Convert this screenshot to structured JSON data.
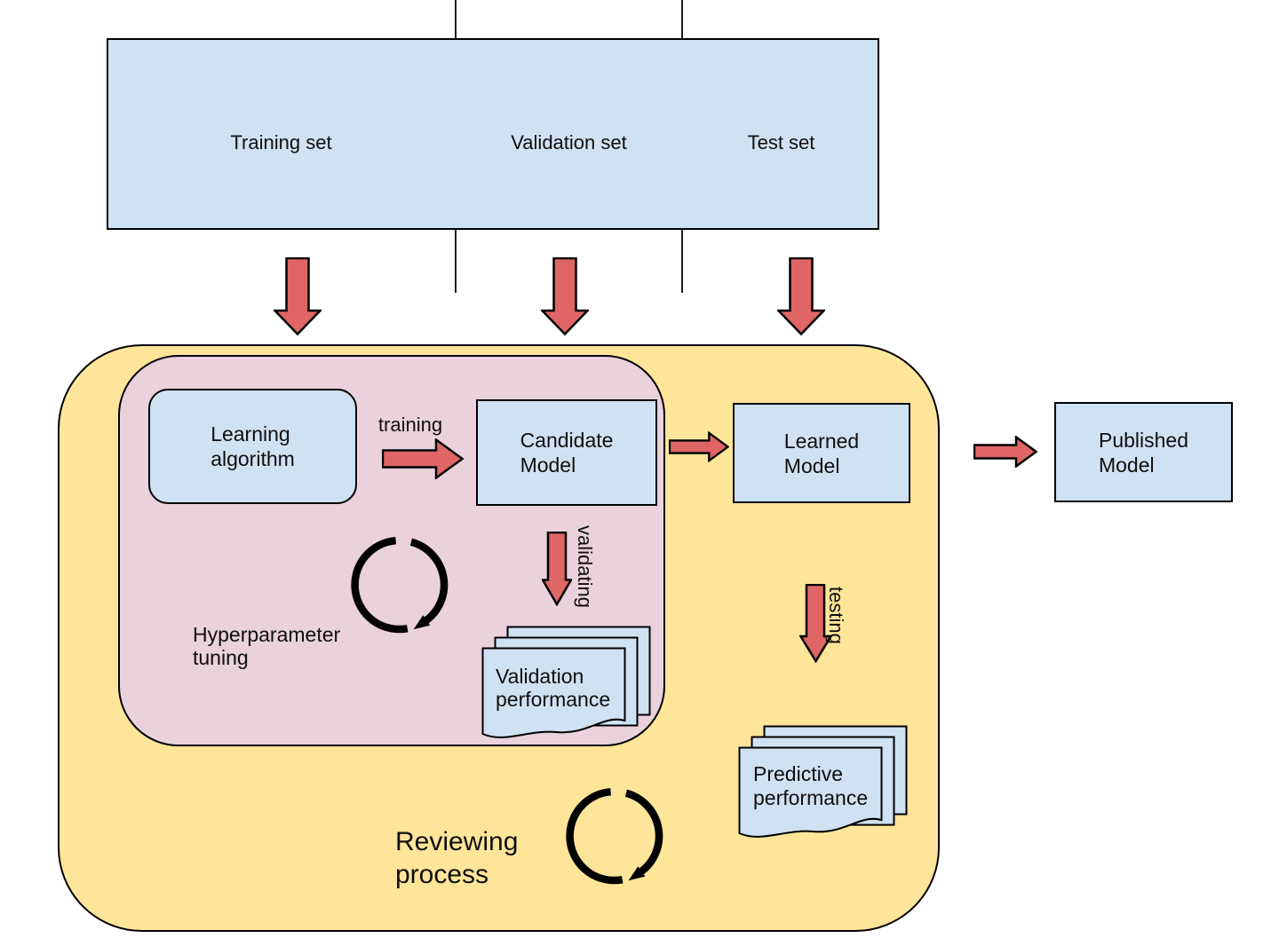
{
  "colors": {
    "node_fill_blue": "#cfe2f3",
    "outer_region_yellow": "#ffe599",
    "inner_region_pink": "#ead1dc",
    "arrow_red": "#e06666",
    "outline": "#000000"
  },
  "dataset_strip": {
    "segments": [
      {
        "label": "Training set"
      },
      {
        "label": "Validation set"
      },
      {
        "label": "Test set"
      }
    ]
  },
  "nodes": {
    "learning_algorithm": {
      "line1": "Learning",
      "line2": "algorithm"
    },
    "candidate_model": {
      "line1": "Candidate",
      "line2": "Model"
    },
    "learned_model": {
      "line1": "Learned",
      "line2": "Model"
    },
    "published_model": {
      "line1": "Published",
      "line2": "Model"
    },
    "validation_performance": {
      "line1": "Validation",
      "line2": "performance"
    },
    "predictive_performance": {
      "line1": "Predictive",
      "line2": "performance"
    }
  },
  "edge_labels": {
    "training": "training",
    "validating": "validating",
    "testing": "testing"
  },
  "regions": {
    "hyperparameter_tuning": {
      "line1": "Hyperparameter",
      "line2": "tuning"
    },
    "reviewing_process": {
      "line1": "Reviewing",
      "line2": "process"
    }
  },
  "icons": {
    "down_arrow": "red block arrow pointing down",
    "right_arrow": "red block arrow pointing right",
    "loop": "clockwise circular arrow",
    "document_stack": "stack of three pages with wavy bottom"
  }
}
